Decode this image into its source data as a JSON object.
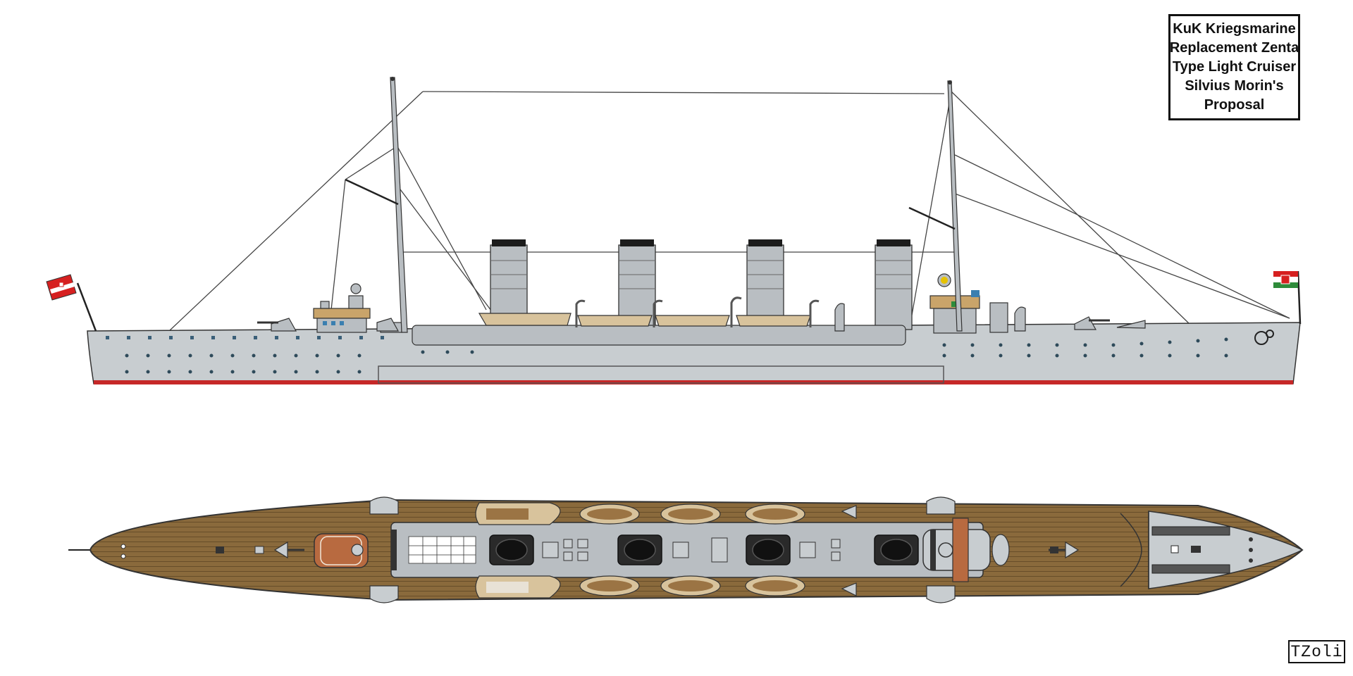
{
  "title": {
    "lines": [
      "KuK Kriegsmarine",
      "Replacement Zenta",
      "Type Light Cruiser",
      "Silvius Morin's",
      "Proposal"
    ]
  },
  "signature": "TZoli",
  "colors": {
    "hull": "#c8cdd0",
    "superstructure": "#b9bec2",
    "boot_topping": "#c62828",
    "deck_wood": "#8a6a3c",
    "deck_plank_lines": "#5e4524",
    "boats": "#d8c39c",
    "funnel_cap": "#1c1c1c",
    "rigging": "#444444",
    "ensign_red": "#d62020",
    "ensign_white": "#ffffff",
    "jack_green": "#2e8b3a"
  },
  "views": {
    "side": {
      "name": "side-profile",
      "funnels": 4,
      "masts": 2
    },
    "top": {
      "name": "deck-plan",
      "funnels": 4
    }
  },
  "icons": [
    "ensign-flag-icon",
    "naval-jack-flag-icon",
    "anchor-icon"
  ]
}
